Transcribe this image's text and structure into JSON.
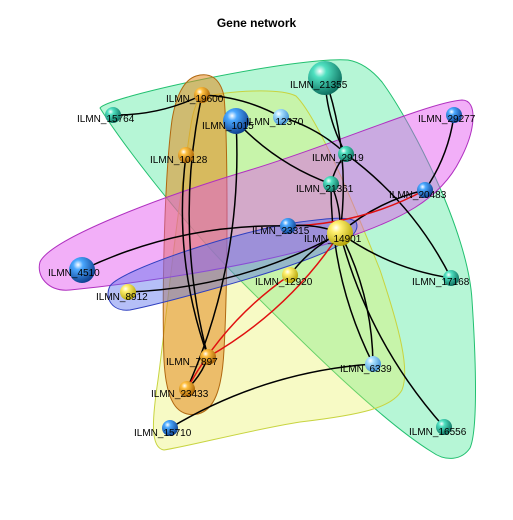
{
  "title": "Gene network",
  "colors": {
    "group_teal": "#2ee68a",
    "group_magenta": "#e040ee",
    "group_blue": "#4a6cf0",
    "group_orange": "#e08a22",
    "group_yellow": "#e6f060",
    "edge_black": "#000000",
    "edge_red": "#e01010"
  },
  "groups": [
    {
      "name": "teal",
      "color": "#2ee68a",
      "alpha": 0.35
    },
    {
      "name": "yellow",
      "color": "#e8f25a",
      "alpha": 0.35
    },
    {
      "name": "orange",
      "color": "#e38b1f",
      "alpha": 0.55
    },
    {
      "name": "magenta",
      "color": "#e24df0",
      "alpha": 0.45
    },
    {
      "name": "blue",
      "color": "#5a72ee",
      "alpha": 0.45
    }
  ],
  "nodes": [
    {
      "id": "n21355",
      "label": "ILMN_21355",
      "color": "teal",
      "size": 3
    },
    {
      "id": "n15764",
      "label": "ILMN_15764",
      "color": "teal",
      "size": 1
    },
    {
      "id": "n19600",
      "label": "ILMN_19600",
      "color": "orange",
      "size": 1
    },
    {
      "id": "n1015",
      "label": "ILMN_1015",
      "color": "blue",
      "size": 2
    },
    {
      "id": "n12370",
      "label": "ILMN_12370",
      "color": "lightblue",
      "size": 1
    },
    {
      "id": "n29277",
      "label": "ILMN_29277",
      "color": "blue",
      "size": 1
    },
    {
      "id": "n10128",
      "label": "ILMN_10128",
      "color": "orange",
      "size": 1
    },
    {
      "id": "n2919",
      "label": "ILMN_2919",
      "color": "teal",
      "size": 1
    },
    {
      "id": "n21361",
      "label": "ILMN_21361",
      "color": "teal",
      "size": 1
    },
    {
      "id": "n20483",
      "label": "ILMN_20483",
      "color": "blue",
      "size": 1
    },
    {
      "id": "n23315",
      "label": "ILMN_23315",
      "color": "blue",
      "size": 1
    },
    {
      "id": "n14901",
      "label": "ILMN_14901",
      "color": "yellow",
      "size": 2
    },
    {
      "id": "n4510",
      "label": "ILMN_4510",
      "color": "blue",
      "size": 2
    },
    {
      "id": "n8912",
      "label": "ILMN_8912",
      "color": "yellow",
      "size": 1
    },
    {
      "id": "n12920",
      "label": "ILMN_12920",
      "color": "yellow",
      "size": 1
    },
    {
      "id": "n17168",
      "label": "ILMN_17168",
      "color": "teal",
      "size": 1
    },
    {
      "id": "n7897",
      "label": "ILMN_7897",
      "color": "orange",
      "size": 1
    },
    {
      "id": "n6339",
      "label": "ILMN_6339",
      "color": "lightblue",
      "size": 1
    },
    {
      "id": "n23433",
      "label": "ILMN_23433",
      "color": "orange",
      "size": 1
    },
    {
      "id": "n15710",
      "label": "ILMN_15710",
      "color": "blue",
      "size": 1
    },
    {
      "id": "n16556",
      "label": "ILMN_16556",
      "color": "teal",
      "size": 1
    }
  ],
  "edges": [
    {
      "from": "n15764",
      "to": "n19600",
      "color": "black"
    },
    {
      "from": "n19600",
      "to": "n12370",
      "color": "black"
    },
    {
      "from": "n19600",
      "to": "n7897",
      "color": "black"
    },
    {
      "from": "n1015",
      "to": "n23433",
      "color": "black"
    },
    {
      "from": "n1015",
      "to": "n21361",
      "color": "black"
    },
    {
      "from": "n12370",
      "to": "n2919",
      "color": "black"
    },
    {
      "from": "n21355",
      "to": "n2919",
      "color": "black"
    },
    {
      "from": "n21355",
      "to": "n14901",
      "color": "black"
    },
    {
      "from": "n10128",
      "to": "n7897",
      "color": "black"
    },
    {
      "from": "n2919",
      "to": "n17168",
      "color": "black"
    },
    {
      "from": "n2919",
      "to": "n21361",
      "color": "black"
    },
    {
      "from": "n21361",
      "to": "n14901",
      "color": "black"
    },
    {
      "from": "n21361",
      "to": "n6339",
      "color": "black"
    },
    {
      "from": "n29277",
      "to": "n20483",
      "color": "black"
    },
    {
      "from": "n20483",
      "to": "n14901",
      "color": "black"
    },
    {
      "from": "n20483",
      "to": "n23315",
      "color": "red"
    },
    {
      "from": "n23315",
      "to": "n4510",
      "color": "black"
    },
    {
      "from": "n23315",
      "to": "n14901",
      "color": "black"
    },
    {
      "from": "n14901",
      "to": "n12920",
      "color": "black"
    },
    {
      "from": "n14901",
      "to": "n8912",
      "color": "black"
    },
    {
      "from": "n14901",
      "to": "n17168",
      "color": "black"
    },
    {
      "from": "n14901",
      "to": "n6339",
      "color": "black"
    },
    {
      "from": "n14901",
      "to": "n16556",
      "color": "black"
    },
    {
      "from": "n14901",
      "to": "n7897",
      "color": "red"
    },
    {
      "from": "n12920",
      "to": "n23433",
      "color": "red"
    },
    {
      "from": "n7897",
      "to": "n23433",
      "color": "black"
    },
    {
      "from": "n6339",
      "to": "n15710",
      "color": "black"
    }
  ]
}
